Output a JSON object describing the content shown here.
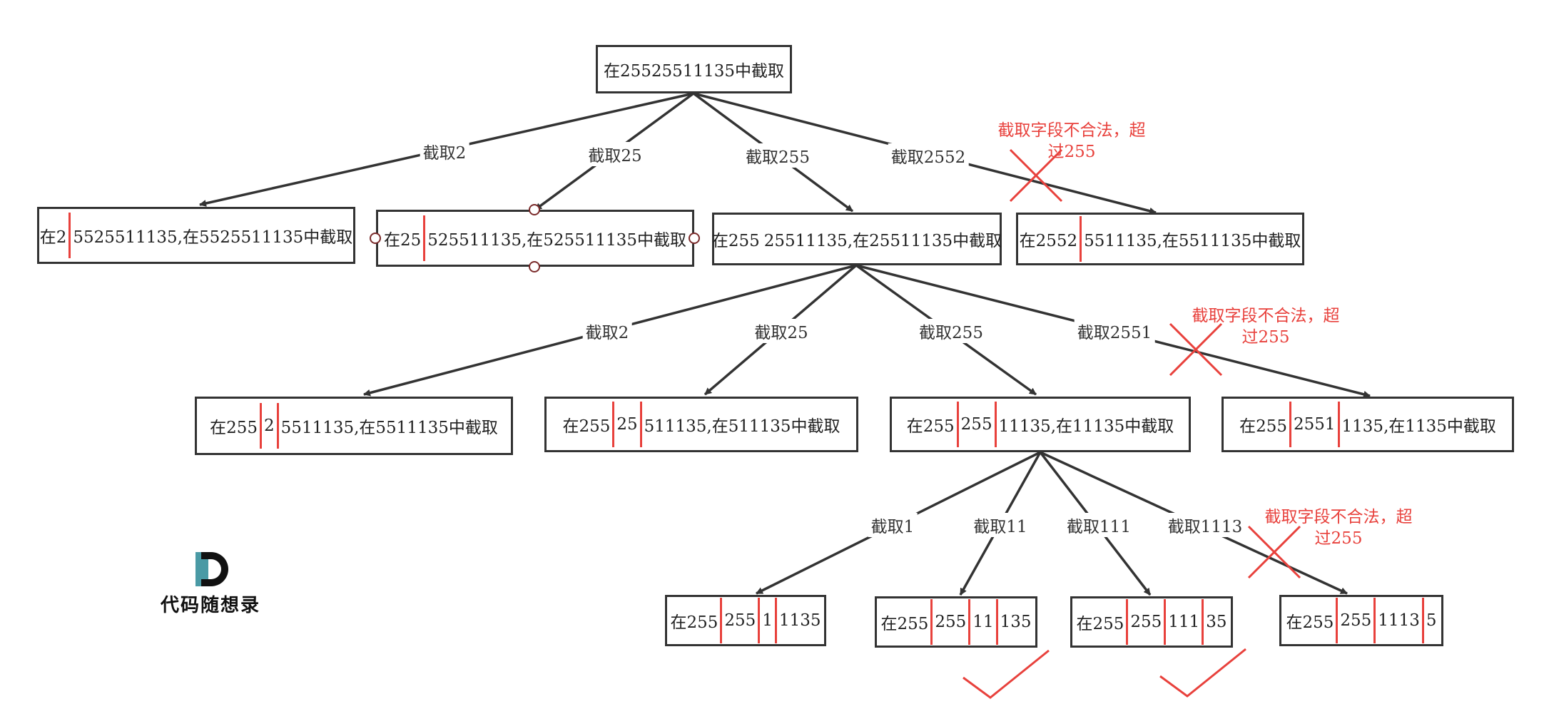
{
  "nodes": {
    "root": {
      "text": "在25525511135中截取"
    },
    "l1_a": {
      "segs": [
        "在2",
        "5525511135,在5525511135中截取"
      ]
    },
    "l1_b": {
      "segs": [
        "在25",
        "525511135,在525511135中截取"
      ]
    },
    "l1_c": {
      "segs": [
        "在255",
        "25511135,在25511135中截取"
      ]
    },
    "l1_d": {
      "segs": [
        "在2552",
        "5511135,在5511135中截取"
      ]
    },
    "l2_a": {
      "segs": [
        "在255",
        "2",
        "5511135,在5511135中截取"
      ]
    },
    "l2_b": {
      "segs": [
        "在255",
        "25",
        "511135,在511135中截取"
      ]
    },
    "l2_c": {
      "segs": [
        "在255",
        "255",
        "11135,在11135中截取"
      ]
    },
    "l2_d": {
      "segs": [
        "在255",
        "2551",
        "1135,在1135中截取"
      ]
    },
    "l3_a": {
      "segs": [
        "在255",
        "255",
        "1",
        "1135"
      ]
    },
    "l3_b": {
      "segs": [
        "在255",
        "255",
        "11",
        "135"
      ]
    },
    "l3_c": {
      "segs": [
        "在255",
        "255",
        "111",
        "35"
      ]
    },
    "l3_d": {
      "segs": [
        "在255",
        "255",
        "1113",
        "5"
      ]
    }
  },
  "edge_labels": {
    "root_a": "截取2",
    "root_b": "截取25",
    "root_c": "截取255",
    "root_d": "截取2552",
    "c_a": "截取2",
    "c_b": "截取25",
    "c_c": "截取255",
    "c_d": "截取2551",
    "cc_a": "截取1",
    "cc_b": "截取11",
    "cc_c": "截取111",
    "cc_d": "截取1113"
  },
  "notes": {
    "invalid_1": {
      "line1": "截取字段不合法，超",
      "line2": "过255"
    },
    "invalid_2": {
      "line1": "截取字段不合法，超",
      "line2": "过255"
    },
    "invalid_3": {
      "line1": "截取字段不合法，超",
      "line2": "过255"
    }
  },
  "logo": {
    "text": "代码随想录",
    "letter": "D"
  },
  "colors": {
    "edge": "#333333",
    "cut": "#e8413c",
    "note": "#e8413c",
    "check": "#e8413c",
    "cross": "#e8413c",
    "logo_teal": "#4a9aa5",
    "logo_dark": "#111111"
  }
}
